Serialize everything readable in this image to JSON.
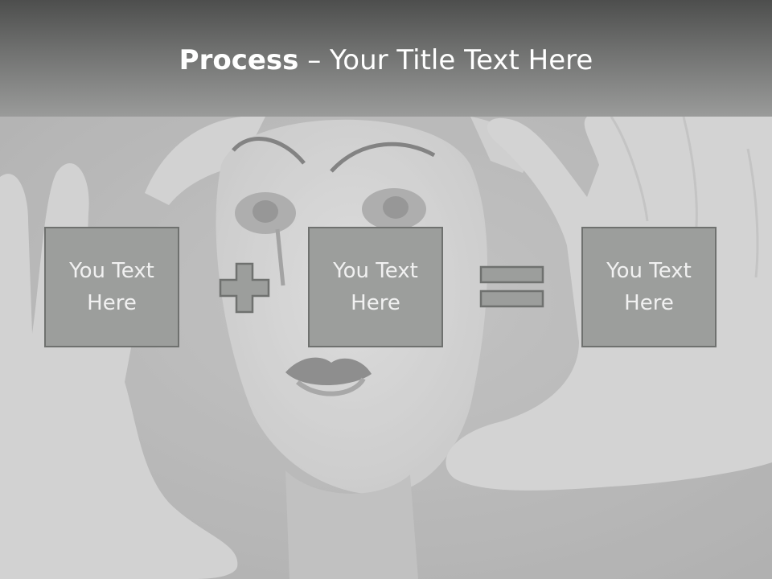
{
  "slide": {
    "title_bold": "Process",
    "title_dash": " – ",
    "title_rest": "Your Title Text Here",
    "boxes": [
      {
        "text": "You Text Here"
      },
      {
        "text": "You Text Here"
      },
      {
        "text": "You Text Here"
      }
    ],
    "operators": [
      "plus-icon",
      "equals-icon"
    ],
    "colors": {
      "header_top": "#4d4e4d",
      "header_bottom": "#9a9b9a",
      "box_fill": "#9c9e9c",
      "box_border": "#6f716f",
      "box_text": "#f1f1f1",
      "background": "#b9b9b9"
    }
  }
}
